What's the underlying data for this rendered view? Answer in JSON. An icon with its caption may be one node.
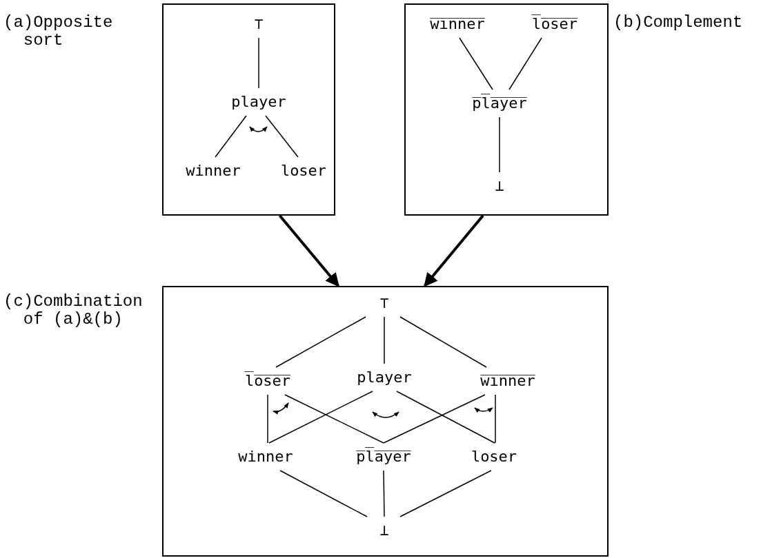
{
  "diagram": {
    "nodes": [
      {
        "text": [],
        "shape": "box",
        "beside": [
          "(a)Opposite sort"
        ]
      },
      {
        "text": [
          "⊤"
        ],
        "in": 0
      },
      {
        "text": [
          "player"
        ],
        "in": 0
      },
      {
        "text": [
          "winner"
        ],
        "in": 0
      },
      {
        "text": [
          "loser"
        ],
        "in": 0
      },
      {
        "text": [],
        "shape": "box",
        "beside": [
          "(b)Complement"
        ]
      },
      {
        "text": [
          "w̅i̅n̅n̅e̅r̅"
        ],
        "in": 5
      },
      {
        "text": [
          "l̅o̅s̅e̅r̅"
        ],
        "in": 5
      },
      {
        "text": [
          "p̅l̅a̅y̅e̅r̅"
        ],
        "in": 5
      },
      {
        "text": [
          "⊥"
        ],
        "in": 5
      },
      {
        "text": [],
        "shape": "box",
        "beside": [
          "(c)Combination of (a)&(b)"
        ]
      },
      {
        "text": [
          "⊤"
        ],
        "in": 10
      },
      {
        "text": [
          "l̅o̅s̅e̅r̅"
        ],
        "in": 10
      },
      {
        "text": [
          "player"
        ],
        "in": 10
      },
      {
        "text": [
          "w̅i̅n̅n̅e̅r̅"
        ],
        "in": 10
      },
      {
        "text": [
          "winner"
        ],
        "in": 10
      },
      {
        "text": [
          "p̅l̅a̅y̅e̅r̅"
        ],
        "in": 10
      },
      {
        "text": [
          "loser"
        ],
        "in": 10
      },
      {
        "text": [
          "⊥"
        ],
        "in": 10
      }
    ],
    "edges": [
      {
        "from": 1,
        "to": 2,
        "arrow": "none"
      },
      {
        "from": 2,
        "to": 3,
        "arrow": "none"
      },
      {
        "from": 2,
        "to": 4,
        "arrow": "none"
      },
      {
        "from": 6,
        "to": 8,
        "arrow": "none"
      },
      {
        "from": 7,
        "to": 8,
        "arrow": "none"
      },
      {
        "from": 8,
        "to": 9,
        "arrow": "none"
      },
      {
        "from": 0,
        "to": 10,
        "arrow": "to",
        "style": "thick"
      },
      {
        "from": 5,
        "to": 10,
        "arrow": "to",
        "style": "thick"
      },
      {
        "from": 11,
        "to": 12,
        "arrow": "none"
      },
      {
        "from": 11,
        "to": 13,
        "arrow": "none"
      },
      {
        "from": 11,
        "to": 14,
        "arrow": "none"
      },
      {
        "from": 12,
        "to": 15,
        "arrow": "none"
      },
      {
        "from": 12,
        "to": 16,
        "arrow": "none"
      },
      {
        "from": 13,
        "to": 15,
        "arrow": "none"
      },
      {
        "from": 13,
        "to": 17,
        "arrow": "none"
      },
      {
        "from": 14,
        "to": 16,
        "arrow": "none"
      },
      {
        "from": 14,
        "to": 17,
        "arrow": "none"
      },
      {
        "from": 15,
        "to": 18,
        "arrow": "none"
      },
      {
        "from": 16,
        "to": 18,
        "arrow": "none"
      },
      {
        "from": 17,
        "to": 18,
        "arrow": "none"
      }
    ]
  }
}
